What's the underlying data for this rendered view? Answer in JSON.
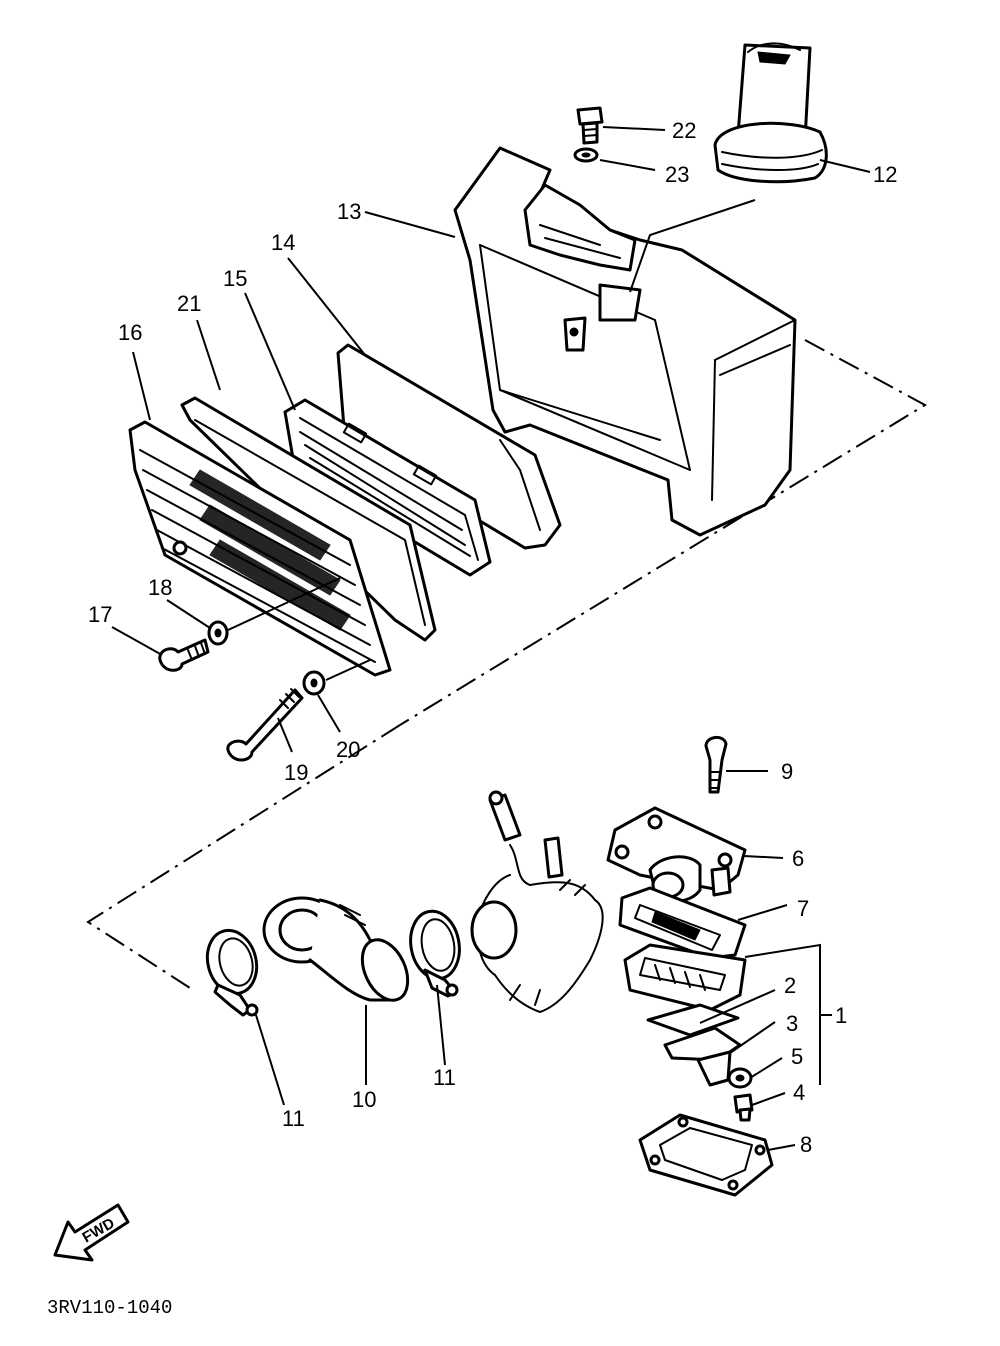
{
  "labels": {
    "p1": "1",
    "p2": "2",
    "p3": "3",
    "p4": "4",
    "p5": "5",
    "p6": "6",
    "p7": "7",
    "p8": "8",
    "p9": "9",
    "p10": "10",
    "p11a": "11",
    "p11b": "11",
    "p12": "12",
    "p13": "13",
    "p14": "14",
    "p15": "15",
    "p16": "16",
    "p17": "17",
    "p18": "18",
    "p19": "19",
    "p20": "20",
    "p21": "21",
    "p22": "22",
    "p23": "23"
  },
  "fwd_label": "FWD",
  "diagram_code": "3RV110-1040"
}
